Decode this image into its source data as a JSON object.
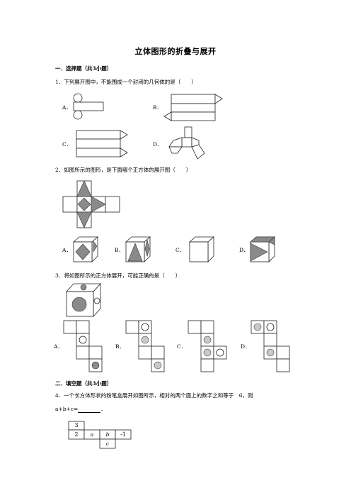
{
  "title": "立体图形的折叠与展开",
  "section1": "一．选择题（共3小题）",
  "q1": {
    "text": "1．下列展开图中，不能围成一个封闭的几何体的是（　　）",
    "options": [
      "A．",
      "B．",
      "C．",
      "D．"
    ]
  },
  "q2": {
    "text": "2．如图所示的图形，是下面哪个正方体的展开图（　　）",
    "options": [
      "A．",
      "B．",
      "C．",
      "D．"
    ]
  },
  "q3": {
    "text": "3．将如图所示的正方体展开，可能正确的是（　　）",
    "options": [
      "A．",
      "B．",
      "C．",
      "D．"
    ]
  },
  "section2": "二．填空题（共3小题）",
  "q4": {
    "text": "4．一个长方体形状的粉笔盒展开如图所示，相对的两个面上的数字之和等于　6，则",
    "text2": "a+b+c=",
    "text2_end": "．",
    "net": {
      "top": "3",
      "left": "2",
      "a": "a",
      "b": "b",
      "right": "-1",
      "c": "c"
    }
  }
}
